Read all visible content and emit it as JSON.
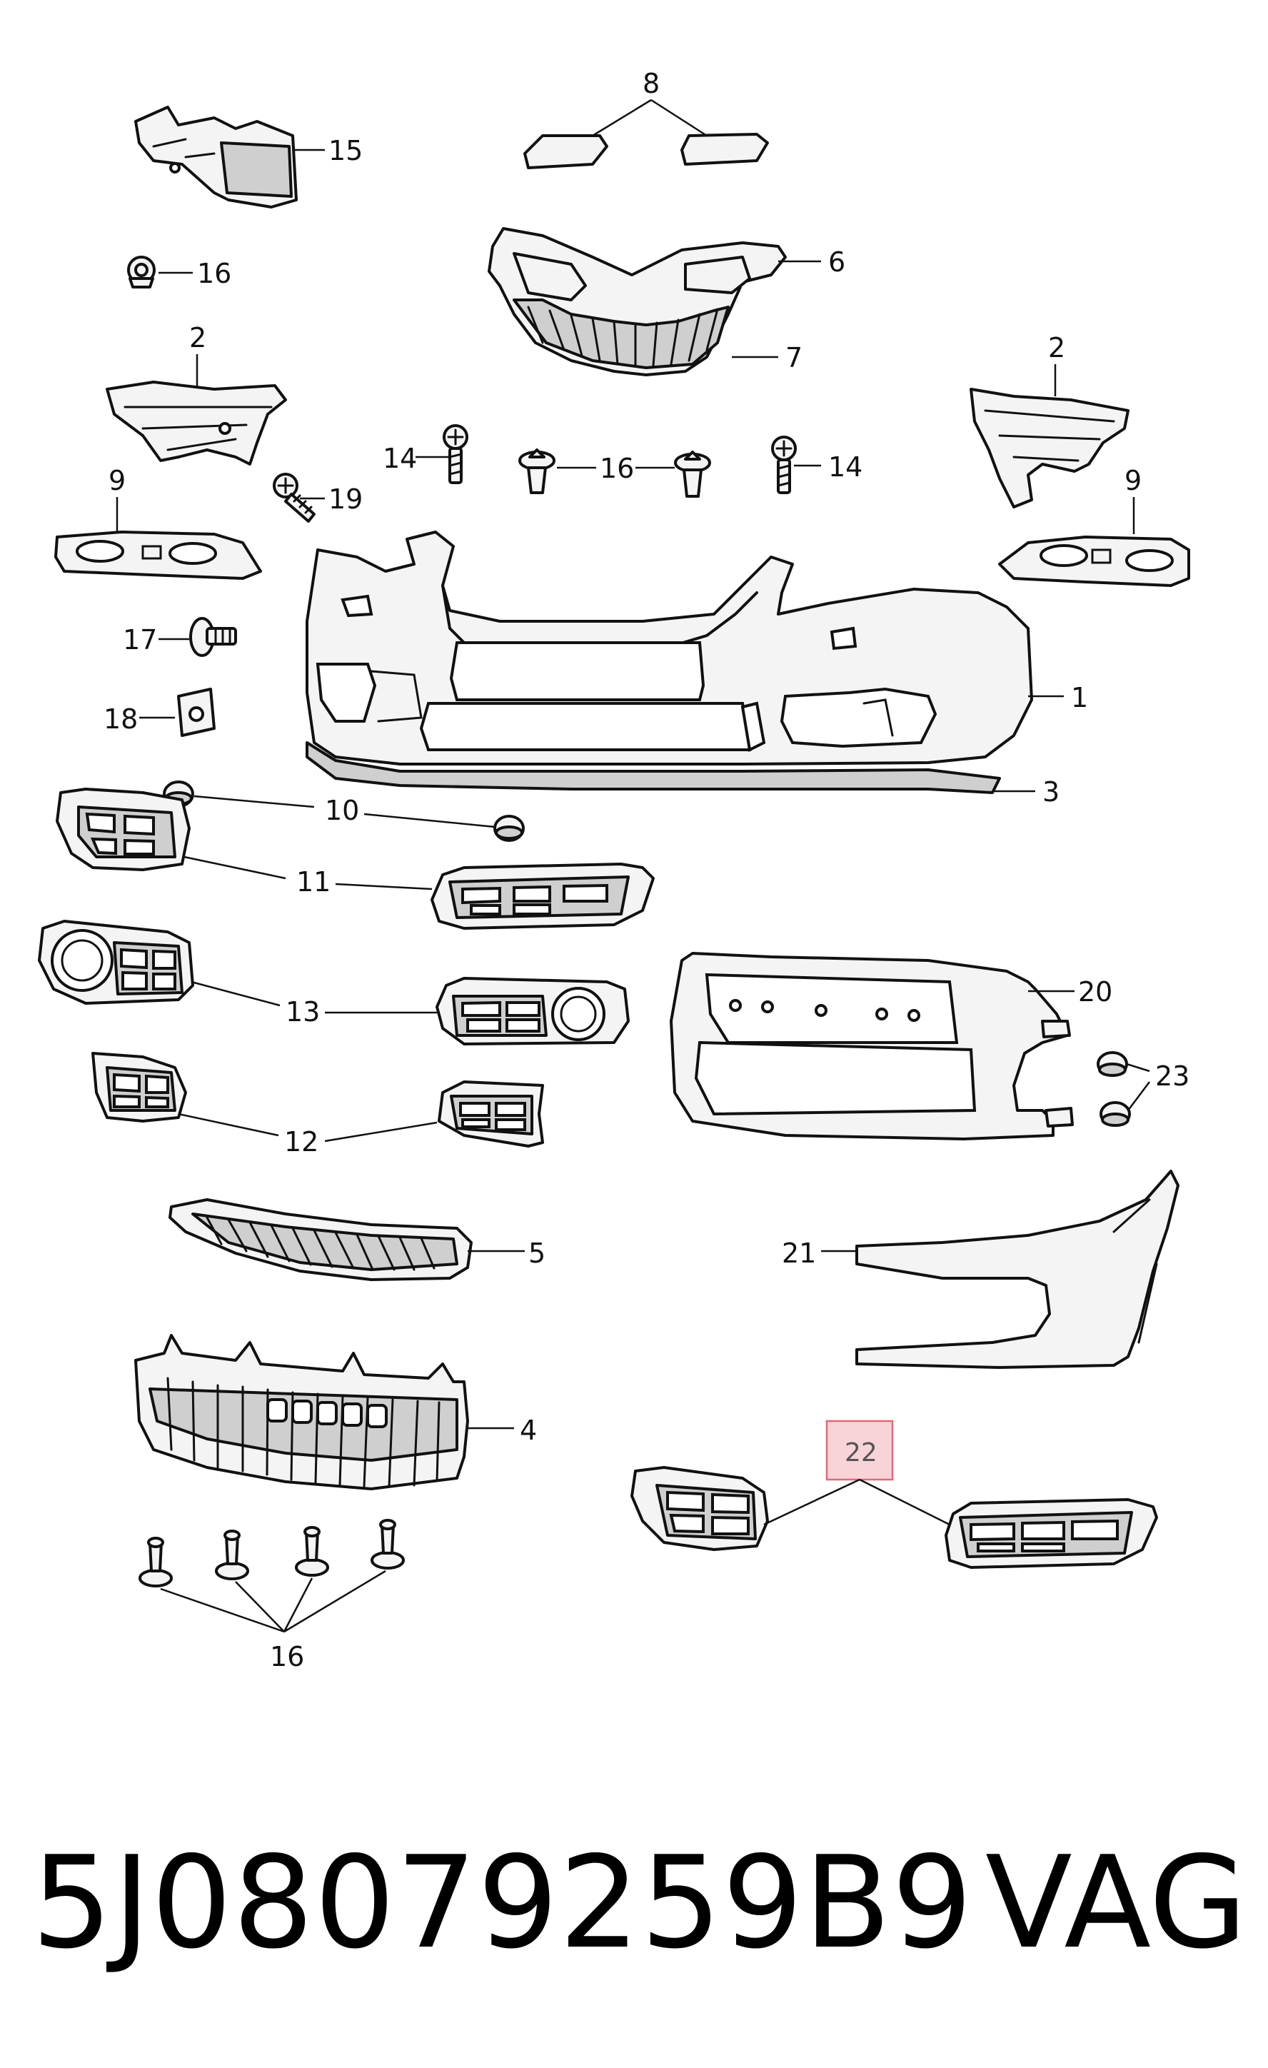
{
  "callouts": {
    "c1": "1",
    "c2a": "2",
    "c2b": "2",
    "c3": "3",
    "c4": "4",
    "c5": "5",
    "c6": "6",
    "c7": "7",
    "c8": "8",
    "c9a": "9",
    "c9b": "9",
    "c10": "10",
    "c11": "11",
    "c12": "12",
    "c13": "13",
    "c14a": "14",
    "c14b": "14",
    "c15": "15",
    "c16a": "16",
    "c16b": "16",
    "c16c": "16",
    "c17": "17",
    "c18": "18",
    "c19": "19",
    "c20": "20",
    "c21": "21",
    "c22": "22",
    "c23": "23"
  },
  "highlight": {
    "label": "22",
    "color": "#f8d3d8",
    "border": "#e06a7a"
  },
  "footer": {
    "part_number": "5J08079259B9",
    "brand": "VAG"
  }
}
